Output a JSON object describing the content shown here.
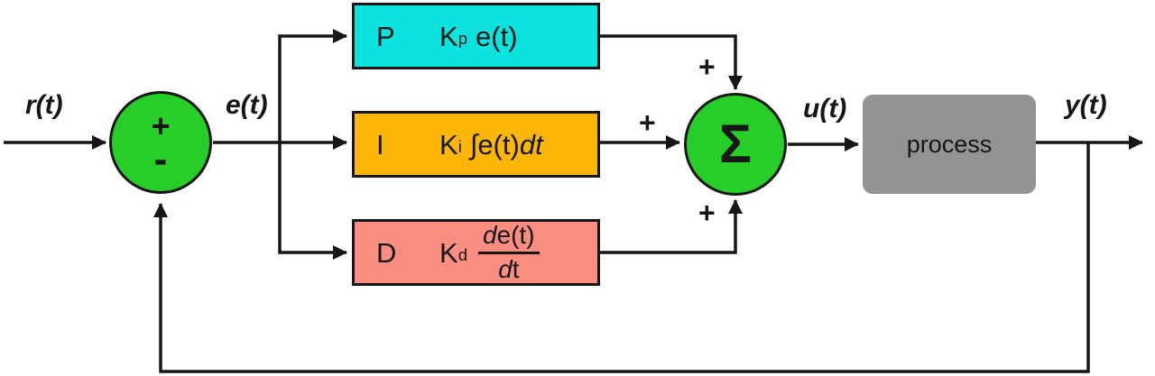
{
  "signals": {
    "reference": "r(t)",
    "error": "e(t)",
    "control": "u(t)",
    "output": "y(t)"
  },
  "comparator": {
    "plus": "+",
    "minus": "-"
  },
  "summer": {
    "sigma": "Σ",
    "plus_top": "+",
    "plus_left": "+",
    "plus_bottom": "+"
  },
  "blocks": {
    "proportional": {
      "letter": "P",
      "coeff": "K",
      "sub": "p",
      "expr": "e(t)"
    },
    "integral": {
      "letter": "I",
      "coeff": "K",
      "sub": "i",
      "integrand": "∫e(t)",
      "differential": "dt"
    },
    "derivative": {
      "letter": "D",
      "coeff": "K",
      "sub": "d",
      "num_d": "d",
      "num_rest": "e(t)",
      "den_d": "d",
      "den_rest": "t"
    },
    "process": {
      "label": "process"
    }
  },
  "colors": {
    "junction_green": "#28CE28",
    "proportional_cyan": "#0BE4DE",
    "integral_orange": "#FCB608",
    "derivative_salmon": "#FB8E80",
    "process_gray": "#939393",
    "wire_black": "#161616"
  }
}
